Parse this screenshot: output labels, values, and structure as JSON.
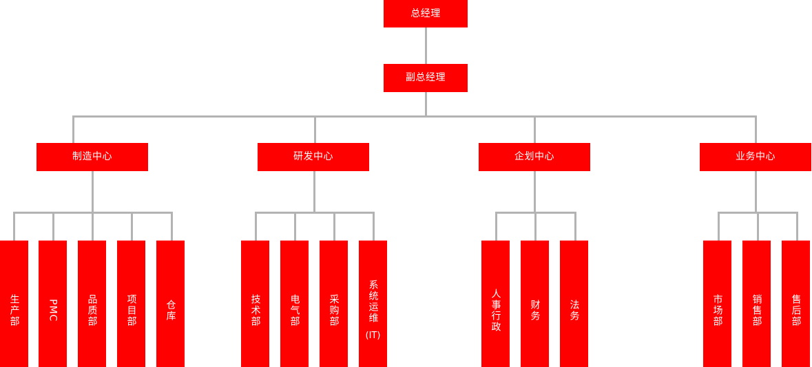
{
  "chart": {
    "title_level1": "总经理",
    "title_level2": "副总经理",
    "colors": {
      "node_fill": "#ff0000",
      "node_text": "#ffffff",
      "connector": "#b3b3b3",
      "background": "#ffffff"
    }
  },
  "level1": {
    "label": "总经理"
  },
  "level2": {
    "label": "副总经理"
  },
  "centers": [
    {
      "label": "制造中心"
    },
    {
      "label": "研发中心"
    },
    {
      "label": "企划中心"
    },
    {
      "label": "业务中心"
    }
  ],
  "departments": {
    "manufacturing": [
      {
        "label": "生产部",
        "orientation": "vertical"
      },
      {
        "label": "PMC",
        "orientation": "rotated"
      },
      {
        "label": "品质部",
        "orientation": "vertical"
      },
      {
        "label": "项目部",
        "orientation": "vertical"
      },
      {
        "label": "仓库",
        "orientation": "vertical"
      }
    ],
    "rnd": [
      {
        "label": "技术部",
        "orientation": "vertical"
      },
      {
        "label": "电气部",
        "orientation": "vertical"
      },
      {
        "label": "采购部",
        "orientation": "vertical"
      },
      {
        "label": "系统运维",
        "sublabel": "(IT)",
        "orientation": "vertical"
      }
    ],
    "planning": [
      {
        "label": "人事行政",
        "orientation": "vertical"
      },
      {
        "label": "财务",
        "orientation": "vertical"
      },
      {
        "label": "法务",
        "orientation": "vertical"
      }
    ],
    "business": [
      {
        "label": "市场部",
        "orientation": "vertical"
      },
      {
        "label": "销售部",
        "orientation": "vertical"
      },
      {
        "label": "售后部",
        "orientation": "vertical"
      }
    ]
  }
}
